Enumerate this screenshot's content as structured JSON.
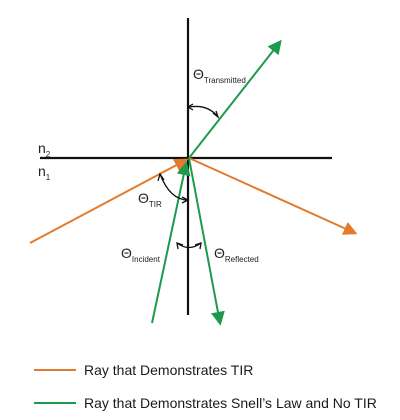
{
  "colors": {
    "tir": "#E37B2E",
    "snell": "#1E9A4C",
    "axis": "#111111"
  },
  "media": {
    "upper": {
      "symbol": "n",
      "sub": "2"
    },
    "lower": {
      "symbol": "n",
      "sub": "1"
    }
  },
  "angles": {
    "transmitted": {
      "symbol": "Θ",
      "sub": "Transmitted"
    },
    "tir": {
      "symbol": "Θ",
      "sub": "TIR"
    },
    "incident": {
      "symbol": "Θ",
      "sub": "Incident"
    },
    "reflected": {
      "symbol": "Θ",
      "sub": "Reflected"
    }
  },
  "legend": [
    {
      "label": "Ray that Demonstrates TIR",
      "color": "#E37B2E"
    },
    {
      "label": "Ray that Demonstrates Snell’s Law and No TIR",
      "color": "#1E9A4C"
    }
  ]
}
